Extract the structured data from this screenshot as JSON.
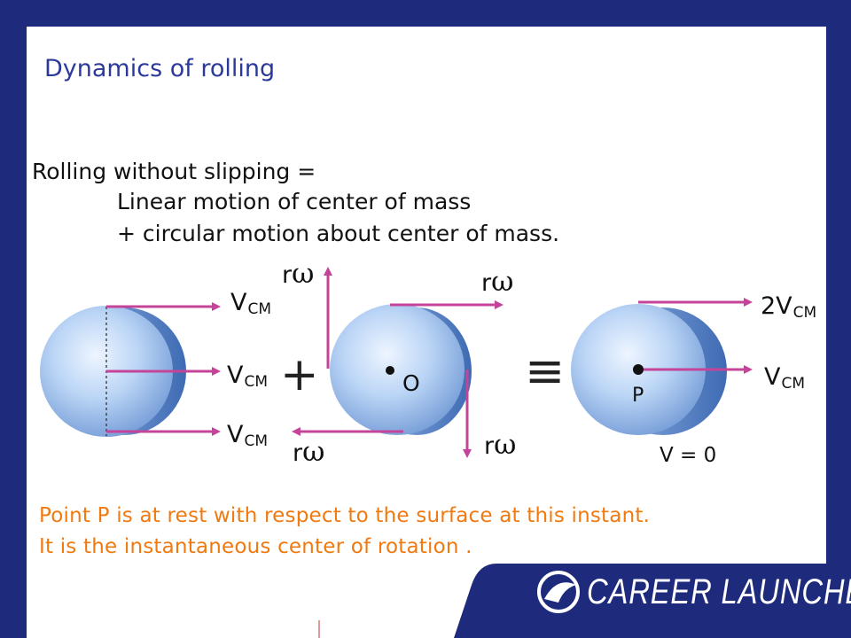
{
  "slide": {
    "title": "Dynamics of rolling",
    "intro": {
      "line1": "Rolling without slipping =",
      "line2": "Linear motion of center of mass",
      "line3": "+ circular motion about center of mass."
    },
    "diagram": {
      "v_symbol": "V",
      "cm_subscript": "CM",
      "two_v_symbol": "2V",
      "r_symbol": "r",
      "omega_symbol": "ω",
      "plus_sign": "+",
      "equiv_sign": "≡",
      "center_label": "O",
      "point_label": "P",
      "zero_velocity": "V = 0"
    },
    "note": {
      "line1": "Point P is at rest with respect to the surface at this instant.",
      "line2": "It is the instantaneous center of rotation ."
    },
    "logo_text": "CAREER LAUNCHER",
    "colors": {
      "background": "#1e2a7c",
      "panel": "#ffffff",
      "arrow": "#c4449a",
      "note": "#f07a10",
      "title": "#2b3a9a"
    }
  }
}
